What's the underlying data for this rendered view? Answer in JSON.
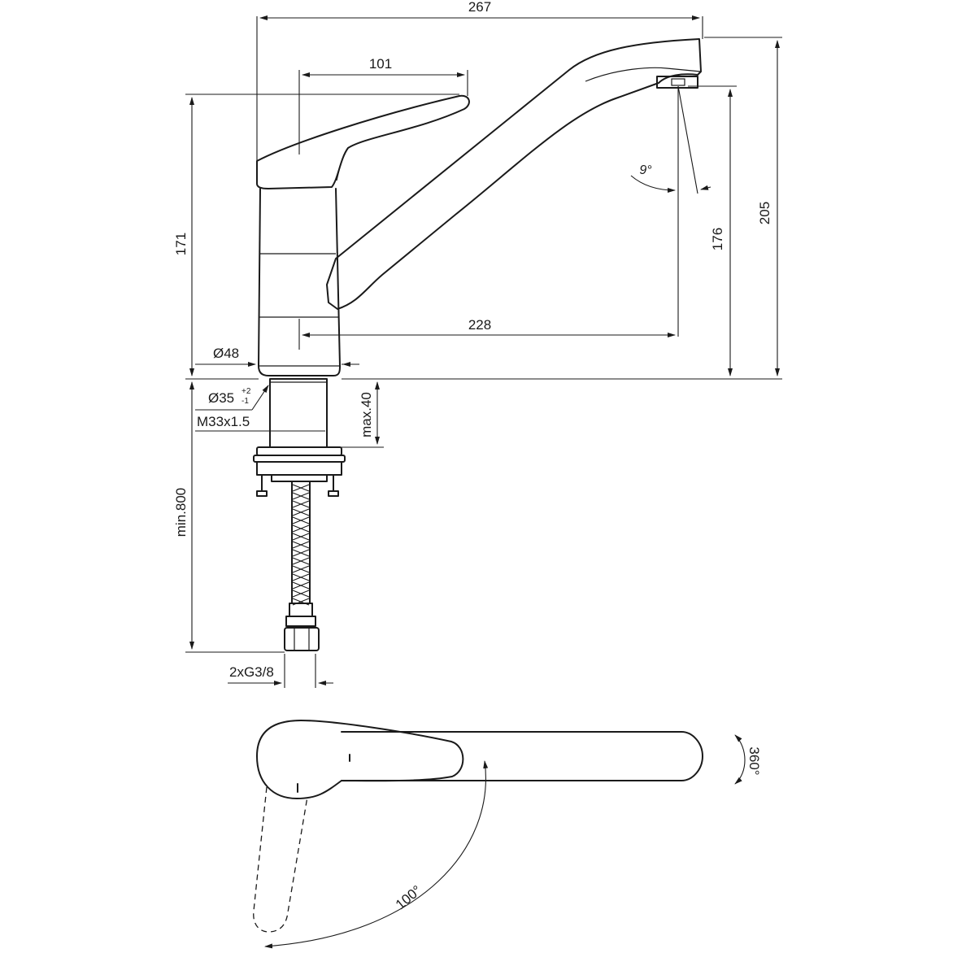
{
  "dimensions": {
    "overall_length": "267",
    "lever_length": "101",
    "lever_height": "171",
    "spout_tilt": "9°",
    "outlet_height": "176",
    "total_height": "205",
    "spout_reach": "228",
    "body_diameter": "Ø48",
    "hole_diameter": "Ø35",
    "hole_tol_upper": "+2",
    "hole_tol_lower": "-1",
    "thread": "M33x1.5",
    "deck_thickness": "max.40",
    "hose_length": "min.800",
    "connection": "2xG3/8"
  },
  "plan_view": {
    "rotation": "360°",
    "lever_swing": "100°"
  }
}
